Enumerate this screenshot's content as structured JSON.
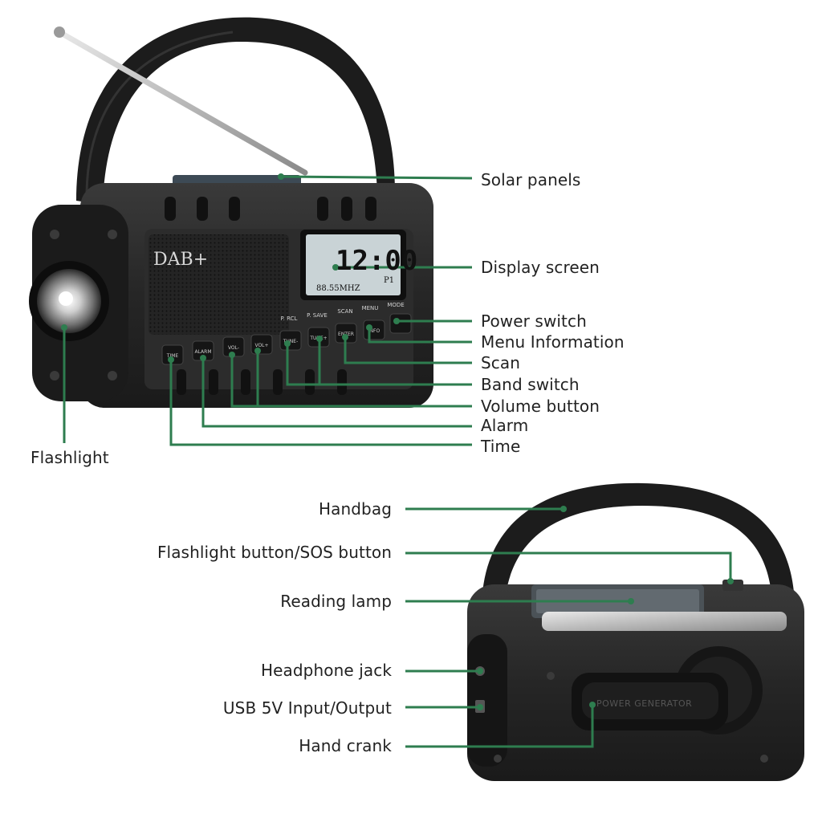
{
  "colors": {
    "leader": "#2e7d4f",
    "body": "#262626",
    "body_dark": "#141414",
    "lcd": "#c9d3d6",
    "lcd_text": "#111111"
  },
  "front_device": {
    "brand": "DAB+",
    "lcd": {
      "time": "12:00",
      "frequency": "88.55MHZ",
      "preset": "P1"
    },
    "upper_button_labels": [
      "P. RCL",
      "P. SAVE",
      "SCAN",
      "MENU",
      "MODE"
    ],
    "button_labels": [
      "TIME",
      "ALARM",
      "VOL-",
      "VOL+",
      "TUNE-",
      "TUNE+",
      "ENTER",
      "INFO",
      ""
    ]
  },
  "back_device": {
    "crank_text": "POWER GENERATOR"
  },
  "callouts_front": [
    {
      "name": "solar-panels",
      "text": "Solar panels"
    },
    {
      "name": "display-screen",
      "text": "Display screen"
    },
    {
      "name": "power-switch",
      "text": "Power switch"
    },
    {
      "name": "menu-information",
      "text": "Menu Information"
    },
    {
      "name": "scan",
      "text": "Scan"
    },
    {
      "name": "band-switch",
      "text": "Band switch"
    },
    {
      "name": "volume-button",
      "text": "Volume button"
    },
    {
      "name": "alarm",
      "text": "Alarm"
    },
    {
      "name": "time",
      "text": "Time"
    },
    {
      "name": "flashlight",
      "text": "Flashlight"
    }
  ],
  "callouts_back": [
    {
      "name": "handbag",
      "text": "Handbag"
    },
    {
      "name": "flashlight-sos-button",
      "text": "Flashlight button/SOS button"
    },
    {
      "name": "reading-lamp",
      "text": "Reading lamp"
    },
    {
      "name": "headphone-jack",
      "text": "Headphone jack"
    },
    {
      "name": "usb-5v-input-output",
      "text": "USB 5V Input/Output"
    },
    {
      "name": "hand-crank",
      "text": "Hand crank"
    }
  ]
}
